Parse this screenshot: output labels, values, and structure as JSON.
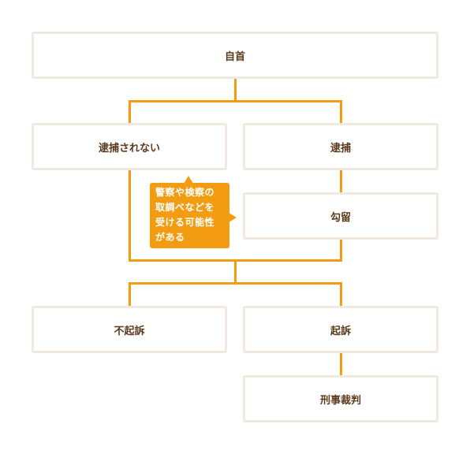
{
  "nodes": {
    "jishu": "自首",
    "not_arrested": "逮捕されない",
    "arrested": "逮捕",
    "detention": "勾留",
    "no_indictment": "不起訴",
    "indictment": "起訴",
    "criminal_trial": "刑事裁判"
  },
  "note": {
    "text": "警察や検察の\n取調べなどを\n受ける可能性\nがある"
  },
  "colors": {
    "connector": "#f39c12",
    "box_border": "#f0e9df",
    "text": "#5a3b1c"
  }
}
